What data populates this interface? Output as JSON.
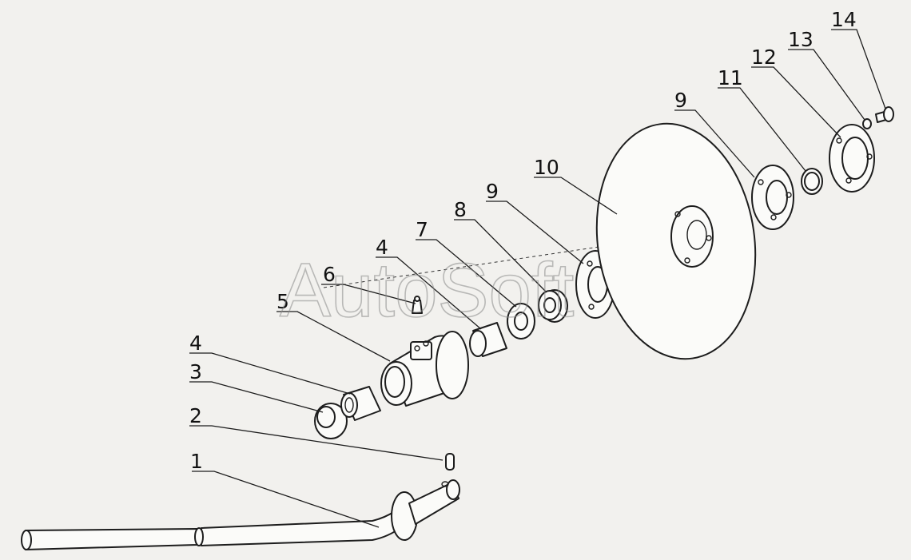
{
  "watermark": "AutoSoft",
  "callouts": [
    {
      "id": "label-1",
      "text": "1"
    },
    {
      "id": "label-2",
      "text": "2"
    },
    {
      "id": "label-3",
      "text": "3"
    },
    {
      "id": "label-4-lower",
      "text": "4"
    },
    {
      "id": "label-5",
      "text": "5"
    },
    {
      "id": "label-6",
      "text": "6"
    },
    {
      "id": "label-4-upper",
      "text": "4"
    },
    {
      "id": "label-7",
      "text": "7"
    },
    {
      "id": "label-8",
      "text": "8"
    },
    {
      "id": "label-9-left",
      "text": "9"
    },
    {
      "id": "label-10",
      "text": "10"
    },
    {
      "id": "label-9-right",
      "text": "9"
    },
    {
      "id": "label-11",
      "text": "11"
    },
    {
      "id": "label-12",
      "text": "12"
    },
    {
      "id": "label-13",
      "text": "13"
    },
    {
      "id": "label-14",
      "text": "14"
    }
  ]
}
